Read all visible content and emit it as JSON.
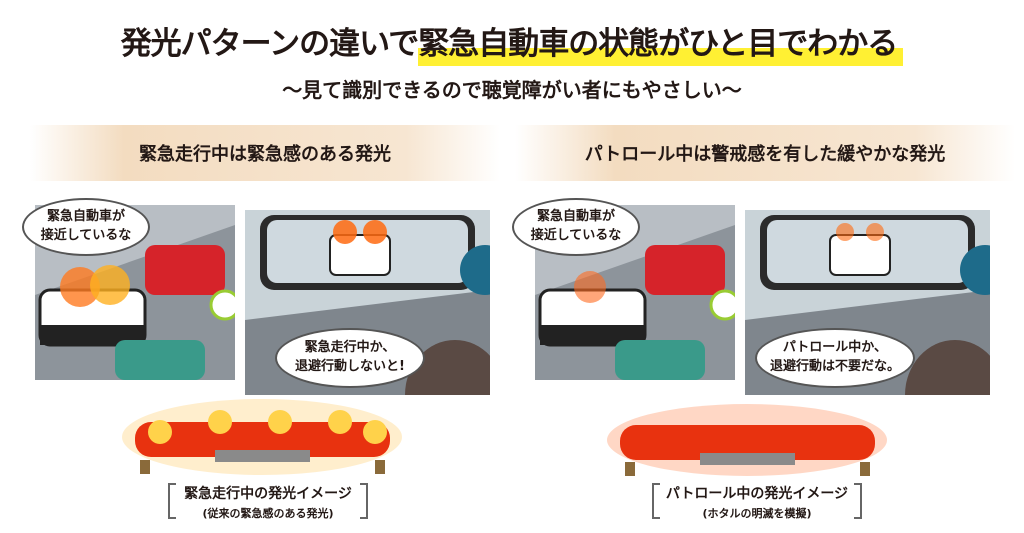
{
  "title": {
    "plain": "発光パターンの違いで",
    "highlight": "緊急自動車の状態がひと目でわかる"
  },
  "subtitle": "〜見て識別できるので聴覚障がい者にもやさしい〜",
  "sections": [
    {
      "header": "緊急走行中は緊急感のある発光",
      "bubble_top": [
        "緊急自動車が",
        "接近しているな"
      ],
      "bubble_bottom": [
        "緊急走行中か、",
        "退避行動しないと!"
      ],
      "caption": "緊急走行中の発光イメージ",
      "caption_sub": "(従来の緊急感のある発光)",
      "mode": "emergency"
    },
    {
      "header": "パトロール中は警戒感を有した緩やかな発光",
      "bubble_top": [
        "緊急自動車が",
        "接近しているな"
      ],
      "bubble_bottom": [
        "パトロール中か、",
        "退避行動は不要だな。"
      ],
      "caption": "パトロール中の発光イメージ",
      "caption_sub": "(ホタルの明滅を模擬)",
      "mode": "patrol"
    }
  ],
  "colors": {
    "highlight": "#fff033",
    "band": "#f3dcc0",
    "light": "#ff5a1a"
  }
}
